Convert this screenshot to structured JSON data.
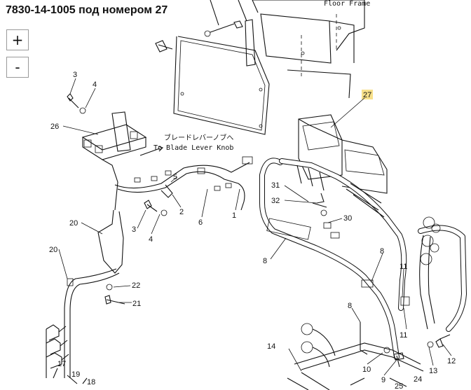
{
  "header": {
    "title": "7830-14-1005 под номером 27"
  },
  "zoom": {
    "in_label": "+",
    "out_label": "-"
  },
  "notes": {
    "floor_frame": "Floor Frame",
    "blade_jp": "ブレードレバーノブへ",
    "blade_en": "To Blade Lever Knob"
  },
  "parts": {
    "p3a": "3",
    "p4a": "4",
    "p26": "26",
    "p5": "5",
    "p2": "2",
    "p6": "6",
    "p1": "1",
    "p3b": "3",
    "p4b": "4",
    "p20a": "20",
    "p20b": "20",
    "p22": "22",
    "p21": "21",
    "p27": "27",
    "p31": "31",
    "p32": "32",
    "p30": "30",
    "p8a": "8",
    "p8b": "8",
    "p8c": "8",
    "p11a": "11",
    "p11b": "11",
    "p14": "14",
    "p10": "10",
    "p9": "9",
    "p13": "13",
    "p12": "12",
    "p17": "17",
    "p19": "19",
    "p18": "18",
    "p24": "24",
    "p25": "25"
  },
  "colors": {
    "highlight": "#f7e08a",
    "line": "#111111"
  }
}
